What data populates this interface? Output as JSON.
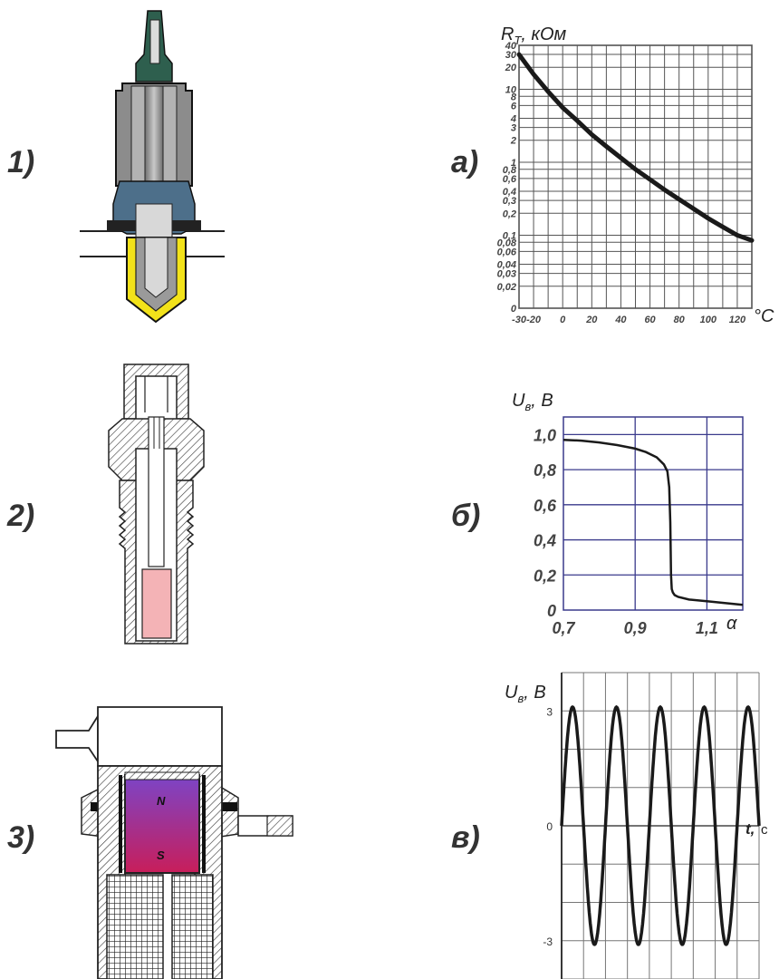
{
  "row_labels": {
    "sensor_1": "1)",
    "sensor_2": "2)",
    "sensor_3": "3)",
    "chart_a": "а)",
    "chart_b": "б)",
    "chart_c": "в)"
  },
  "magnet": {
    "north": "N",
    "south": "S"
  },
  "colors": {
    "sensor1_tip": "#f2e21a",
    "sensor1_body": "#8c8c8c",
    "sensor1_insulator": "#4d6f8a",
    "sensor1_cap": "#2e5f4e",
    "sensor2_element": "#f4b3b6",
    "magnet_top": "#7b45c8",
    "magnet_bottom": "#c81e5a",
    "grid_a": "#555555",
    "grid_b": "#3a3a8c",
    "curve": "#1a1a1a"
  },
  "chart_data": [
    {
      "type": "line",
      "ylabel": "R",
      "ylabel_sub": "T",
      "yunit": ", кОм",
      "xunit": "°C",
      "yscale": "log",
      "ylim": [
        0.01,
        40
      ],
      "xlim": [
        -30,
        130
      ],
      "xticks": [
        "-30",
        "-20",
        "0",
        "20",
        "40",
        "60",
        "80",
        "100",
        "120"
      ],
      "xtick_values": [
        -30,
        -20,
        0,
        20,
        40,
        60,
        80,
        100,
        120
      ],
      "ytick_labels": [
        "40",
        "30",
        "20",
        "10",
        "8",
        "6",
        "4",
        "3",
        "2",
        "1",
        "0,8",
        "0,6",
        "0,4",
        "0,3",
        "0,2",
        "0,1",
        "0,08",
        "0,06",
        "0,04",
        "0,03",
        "0,02",
        "0"
      ],
      "ytick_values": [
        40,
        30,
        20,
        10,
        8,
        6,
        4,
        3,
        2,
        1,
        0.8,
        0.6,
        0.4,
        0.3,
        0.2,
        0.1,
        0.08,
        0.06,
        0.04,
        0.03,
        0.02,
        0.01
      ],
      "grid": true,
      "series": [
        {
          "x": [
            -30,
            -20,
            -10,
            0,
            10,
            20,
            30,
            40,
            50,
            60,
            70,
            80,
            90,
            100,
            110,
            120,
            130
          ],
          "y": [
            30,
            16,
            9.3,
            5.6,
            3.7,
            2.4,
            1.65,
            1.15,
            0.8,
            0.58,
            0.42,
            0.31,
            0.23,
            0.17,
            0.13,
            0.1,
            0.085
          ]
        }
      ]
    },
    {
      "type": "line",
      "ylabel": "U",
      "ylabel_sub": "в",
      "yunit": ", В",
      "xunit": "α",
      "xlim": [
        0.7,
        1.2
      ],
      "ylim": [
        0,
        1.1
      ],
      "xticks": [
        "0,7",
        "0,9",
        "1,1"
      ],
      "xtick_values": [
        0.7,
        0.9,
        1.1
      ],
      "yticks": [
        "0",
        "0,2",
        "0,4",
        "0,6",
        "0,8",
        "1,0"
      ],
      "ytick_values": [
        0,
        0.2,
        0.4,
        0.6,
        0.8,
        1.0
      ],
      "grid": true,
      "series": [
        {
          "x": [
            0.7,
            0.75,
            0.8,
            0.85,
            0.9,
            0.93,
            0.96,
            0.98,
            0.99,
            0.995,
            0.998,
            1.0,
            1.002,
            1.005,
            1.01,
            1.02,
            1.05,
            1.1,
            1.15,
            1.2
          ],
          "y": [
            0.97,
            0.965,
            0.955,
            0.94,
            0.92,
            0.9,
            0.87,
            0.83,
            0.79,
            0.7,
            0.5,
            0.2,
            0.12,
            0.1,
            0.085,
            0.075,
            0.06,
            0.05,
            0.04,
            0.03
          ]
        }
      ]
    },
    {
      "type": "line",
      "ylabel": "U",
      "ylabel_sub": "в",
      "yunit": ", В",
      "xlabel": "t,",
      "xunit": "с",
      "ylim": [
        -4,
        4
      ],
      "yticks": [
        "3",
        "0",
        "-3"
      ],
      "ytick_values": [
        3,
        0,
        -3
      ],
      "grid": true,
      "periods": 4.5,
      "amplitude": 3.1
    }
  ]
}
